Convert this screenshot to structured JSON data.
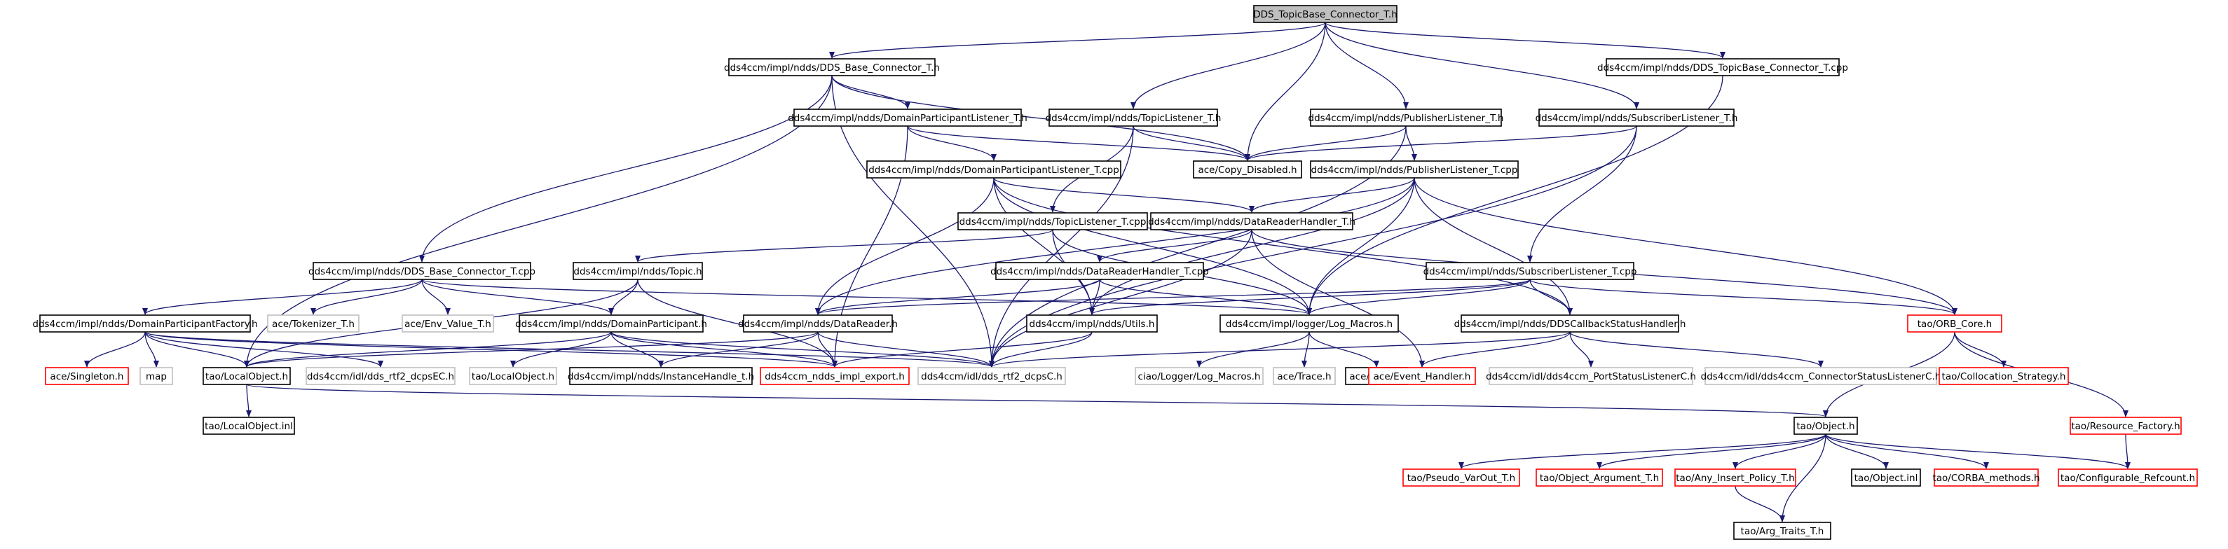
{
  "colors": {
    "edge": "#191970",
    "root_fill": "#bfbfbf",
    "normal_border": "#000000",
    "red_border": "#ff0000",
    "gray_border": "#bfbfbf"
  },
  "nodes": [
    {
      "id": "root",
      "label": "DDS_TopicBase_Connector_T.h",
      "style": "root"
    },
    {
      "id": "base_h",
      "label": "dds4ccm/impl/ndds/DDS_Base_Connector_T.h",
      "style": "normal"
    },
    {
      "id": "tbcpp",
      "label": "dds4ccm/impl/ndds/DDS_TopicBase_Connector_T.cpp",
      "style": "normal"
    },
    {
      "id": "dpl_h",
      "label": "dds4ccm/impl/ndds/DomainParticipantListener_T.h",
      "style": "normal"
    },
    {
      "id": "tl_h",
      "label": "dds4ccm/impl/ndds/TopicListener_T.h",
      "style": "normal"
    },
    {
      "id": "pl_h",
      "label": "dds4ccm/impl/ndds/PublisherListener_T.h",
      "style": "normal"
    },
    {
      "id": "sl_h",
      "label": "dds4ccm/impl/ndds/SubscriberListener_T.h",
      "style": "normal"
    },
    {
      "id": "copy",
      "label": "ace/Copy_Disabled.h",
      "style": "normal"
    },
    {
      "id": "dpl_cpp",
      "label": "dds4ccm/impl/ndds/DomainParticipantListener_T.cpp",
      "style": "normal"
    },
    {
      "id": "pl_cpp",
      "label": "dds4ccm/impl/ndds/PublisherListener_T.cpp",
      "style": "normal"
    },
    {
      "id": "tl_cpp",
      "label": "dds4ccm/impl/ndds/TopicListener_T.cpp",
      "style": "normal"
    },
    {
      "id": "drh_h",
      "label": "dds4ccm/impl/ndds/DataReaderHandler_T.h",
      "style": "normal"
    },
    {
      "id": "base_cpp",
      "label": "dds4ccm/impl/ndds/DDS_Base_Connector_T.cpp",
      "style": "normal"
    },
    {
      "id": "topic_h",
      "label": "dds4ccm/impl/ndds/Topic.h",
      "style": "normal"
    },
    {
      "id": "drh_cpp",
      "label": "dds4ccm/impl/ndds/DataReaderHandler_T.cpp",
      "style": "normal"
    },
    {
      "id": "sl_cpp",
      "label": "dds4ccm/impl/ndds/SubscriberListener_T.cpp",
      "style": "normal"
    },
    {
      "id": "dpf_h",
      "label": "dds4ccm/impl/ndds/DomainParticipantFactory.h",
      "style": "normal"
    },
    {
      "id": "tok",
      "label": "ace/Tokenizer_T.h",
      "style": "gray"
    },
    {
      "id": "env",
      "label": "ace/Env_Value_T.h",
      "style": "gray"
    },
    {
      "id": "dp_h",
      "label": "dds4ccm/impl/ndds/DomainParticipant.h",
      "style": "normal"
    },
    {
      "id": "dr_h",
      "label": "dds4ccm/impl/ndds/DataReader.h",
      "style": "normal"
    },
    {
      "id": "utils",
      "label": "dds4ccm/impl/ndds/Utils.h",
      "style": "normal"
    },
    {
      "id": "logm",
      "label": "dds4ccm/impl/logger/Log_Macros.h",
      "style": "normal"
    },
    {
      "id": "dcsh",
      "label": "dds4ccm/impl/ndds/DDSCallbackStatusHandler.h",
      "style": "normal"
    },
    {
      "id": "orb",
      "label": "tao/ORB_Core.h",
      "style": "red"
    },
    {
      "id": "singleton",
      "label": "ace/Singleton.h",
      "style": "red"
    },
    {
      "id": "map",
      "label": "map",
      "style": "gray"
    },
    {
      "id": "lo_h",
      "label": "tao/LocalObject.h",
      "style": "normal"
    },
    {
      "id": "dcpsec",
      "label": "dds4ccm/idl/dds_rtf2_dcpsEC.h",
      "style": "gray"
    },
    {
      "id": "lo_h2",
      "label": "tao/LocalObject.h",
      "style": "gray"
    },
    {
      "id": "ih",
      "label": "dds4ccm/impl/ndds/InstanceHandle_t.h",
      "style": "normal"
    },
    {
      "id": "exp",
      "label": "dds4ccm_ndds_impl_export.h",
      "style": "red"
    },
    {
      "id": "dcpsc",
      "label": "dds4ccm/idl/dds_rtf2_dcpsC.h",
      "style": "gray"
    },
    {
      "id": "ciao",
      "label": "ciao/Logger/Log_Macros.h",
      "style": "gray"
    },
    {
      "id": "trace1",
      "label": "ace/Trace.h",
      "style": "gray"
    },
    {
      "id": "trace2",
      "label": "ace/Trace.h",
      "style": "normal"
    },
    {
      "id": "evh",
      "label": "ace/Event_Handler.h",
      "style": "red"
    },
    {
      "id": "psl",
      "label": "dds4ccm/idl/dds4ccm_PortStatusListenerC.h",
      "style": "gray"
    },
    {
      "id": "csl",
      "label": "dds4ccm/idl/dds4ccm_ConnectorStatusListenerC.h",
      "style": "gray"
    },
    {
      "id": "coll",
      "label": "tao/Collocation_Strategy.h",
      "style": "red"
    },
    {
      "id": "lo_inl",
      "label": "tao/LocalObject.inl",
      "style": "normal"
    },
    {
      "id": "obj_h",
      "label": "tao/Object.h",
      "style": "normal"
    },
    {
      "id": "rf",
      "label": "tao/Resource_Factory.h",
      "style": "red"
    },
    {
      "id": "pvo",
      "label": "tao/Pseudo_VarOut_T.h",
      "style": "red"
    },
    {
      "id": "oa",
      "label": "tao/Object_Argument_T.h",
      "style": "red"
    },
    {
      "id": "aip",
      "label": "tao/Any_Insert_Policy_T.h",
      "style": "red"
    },
    {
      "id": "obj_inl",
      "label": "tao/Object.inl",
      "style": "normal"
    },
    {
      "id": "corba",
      "label": "tao/CORBA_methods.h",
      "style": "red"
    },
    {
      "id": "cref",
      "label": "tao/Configurable_Refcount.h",
      "style": "red"
    },
    {
      "id": "arg",
      "label": "tao/Arg_Traits_T.h",
      "style": "normal"
    }
  ],
  "edges": [
    [
      "root",
      "base_h"
    ],
    [
      "root",
      "tbcpp"
    ],
    [
      "root",
      "tl_h"
    ],
    [
      "root",
      "pl_h"
    ],
    [
      "root",
      "sl_h"
    ],
    [
      "root",
      "copy"
    ],
    [
      "base_h",
      "dpl_h"
    ],
    [
      "base_h",
      "copy"
    ],
    [
      "base_h",
      "base_cpp"
    ],
    [
      "base_h",
      "lo_h"
    ],
    [
      "base_h",
      "dcpsc"
    ],
    [
      "tbcpp",
      "logm"
    ],
    [
      "dpl_h",
      "copy"
    ],
    [
      "dpl_h",
      "dpl_cpp"
    ],
    [
      "dpl_h",
      "exp"
    ],
    [
      "tl_h",
      "copy"
    ],
    [
      "tl_h",
      "tl_cpp"
    ],
    [
      "tl_h",
      "dcpsc"
    ],
    [
      "pl_h",
      "copy"
    ],
    [
      "pl_h",
      "pl_cpp"
    ],
    [
      "pl_h",
      "dcpsc"
    ],
    [
      "sl_h",
      "copy"
    ],
    [
      "sl_h",
      "sl_cpp"
    ],
    [
      "sl_h",
      "dcpsc"
    ],
    [
      "dpl_cpp",
      "dr_h"
    ],
    [
      "dpl_cpp",
      "drh_h"
    ],
    [
      "dpl_cpp",
      "utils"
    ],
    [
      "dpl_cpp",
      "logm"
    ],
    [
      "dpl_cpp",
      "dcsh"
    ],
    [
      "pl_cpp",
      "drh_h"
    ],
    [
      "pl_cpp",
      "dr_h"
    ],
    [
      "pl_cpp",
      "utils"
    ],
    [
      "pl_cpp",
      "logm"
    ],
    [
      "pl_cpp",
      "dcsh"
    ],
    [
      "pl_cpp",
      "orb"
    ],
    [
      "tl_cpp",
      "topic_h"
    ],
    [
      "tl_cpp",
      "utils"
    ],
    [
      "tl_cpp",
      "logm"
    ],
    [
      "drh_h",
      "drh_cpp"
    ],
    [
      "drh_h",
      "dcpsc"
    ],
    [
      "drh_h",
      "evh"
    ],
    [
      "drh_h",
      "orb"
    ],
    [
      "base_cpp",
      "dpf_h"
    ],
    [
      "base_cpp",
      "tok"
    ],
    [
      "base_cpp",
      "env"
    ],
    [
      "base_cpp",
      "dp_h"
    ],
    [
      "base_cpp",
      "logm"
    ],
    [
      "topic_h",
      "dp_h"
    ],
    [
      "topic_h",
      "lo_h"
    ],
    [
      "topic_h",
      "exp"
    ],
    [
      "drh_cpp",
      "dr_h"
    ],
    [
      "drh_cpp",
      "utils"
    ],
    [
      "drh_cpp",
      "logm"
    ],
    [
      "sl_cpp",
      "dr_h"
    ],
    [
      "sl_cpp",
      "utils"
    ],
    [
      "sl_cpp",
      "logm"
    ],
    [
      "sl_cpp",
      "dcsh"
    ],
    [
      "sl_cpp",
      "orb"
    ],
    [
      "dpf_h",
      "singleton"
    ],
    [
      "dpf_h",
      "map"
    ],
    [
      "dpf_h",
      "lo_h"
    ],
    [
      "dpf_h",
      "dcpsec"
    ],
    [
      "dpf_h",
      "exp"
    ],
    [
      "dpf_h",
      "dcpsc"
    ],
    [
      "dp_h",
      "lo_h2"
    ],
    [
      "dp_h",
      "ih"
    ],
    [
      "dp_h",
      "exp"
    ],
    [
      "dp_h",
      "dcpsc"
    ],
    [
      "dp_h",
      "lo_h"
    ],
    [
      "dr_h",
      "lo_h"
    ],
    [
      "dr_h",
      "ih"
    ],
    [
      "dr_h",
      "exp"
    ],
    [
      "dr_h",
      "dcpsc"
    ],
    [
      "utils",
      "dcpsc"
    ],
    [
      "utils",
      "exp"
    ],
    [
      "logm",
      "ciao"
    ],
    [
      "logm",
      "trace1"
    ],
    [
      "logm",
      "trace2"
    ],
    [
      "dcsh",
      "evh"
    ],
    [
      "dcsh",
      "psl"
    ],
    [
      "dcsh",
      "csl"
    ],
    [
      "dcsh",
      "dcpsc"
    ],
    [
      "orb",
      "coll"
    ],
    [
      "orb",
      "rf"
    ],
    [
      "orb",
      "obj_h"
    ],
    [
      "lo_h",
      "lo_inl"
    ],
    [
      "lo_h",
      "obj_h"
    ],
    [
      "obj_h",
      "pvo"
    ],
    [
      "obj_h",
      "oa"
    ],
    [
      "obj_h",
      "aip"
    ],
    [
      "obj_h",
      "obj_inl"
    ],
    [
      "obj_h",
      "corba"
    ],
    [
      "obj_h",
      "cref"
    ],
    [
      "obj_h",
      "arg"
    ],
    [
      "aip",
      "arg"
    ],
    [
      "rf",
      "cref"
    ]
  ]
}
